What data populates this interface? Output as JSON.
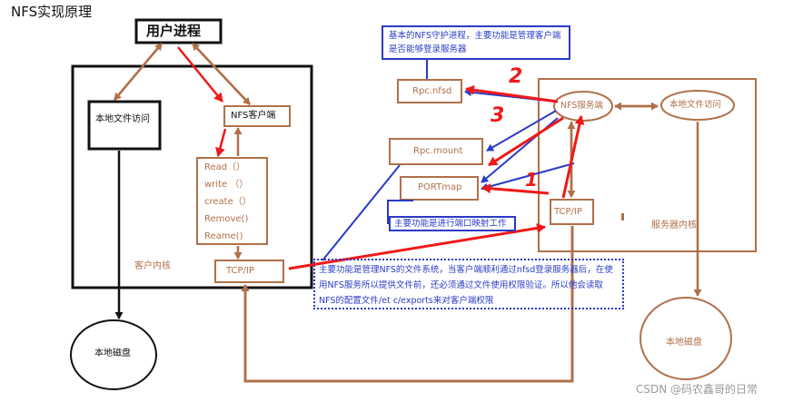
{
  "title": "NFS实现原理",
  "client": {
    "user_process": "用户进程",
    "local_file_access": "本地文件访问",
    "nfs_client": "NFS客户端",
    "ops": [
      "Read（）",
      "write （）",
      "create（）",
      "Remove()",
      "Reame()"
    ],
    "kernel_label": "客户内核",
    "tcp_ip": "TCP/IP",
    "local_disk": "本地磁盘"
  },
  "server": {
    "rpc_nfsd": "Rpc.nfsd",
    "rpc_mount": "Rpc.mount",
    "portmap": "PORTmap",
    "nfs_server": "NFS服务端",
    "local_file_access": "本地文件访问",
    "tcp_ip": "TCP/IP",
    "kernel_label": "服务器内核",
    "local_disk": "本地磁盘"
  },
  "notes": {
    "nfsd_note": "基本的NFS守护进程，主要功能是管理客户端是否能够登录服务器",
    "portmap_note": "主要功能是进行端口映射工作",
    "mount_note": "主要功能是管理NFS的文件系统，当客户端顺利通过nfsd登录服务器后，在使用NFS服务所以提供文件前，还必须通过文件使用权限验证。所以他会读取NFS的配置文件/et c/exports来对客户端权限"
  },
  "step_numbers": [
    "2",
    "3",
    "1"
  ],
  "watermark": "CSDN @码农鑫哥的日常",
  "colors": {
    "brown": "#b0704a",
    "red": "#f01818",
    "blue": "#2a3bc6",
    "black": "#111111"
  }
}
